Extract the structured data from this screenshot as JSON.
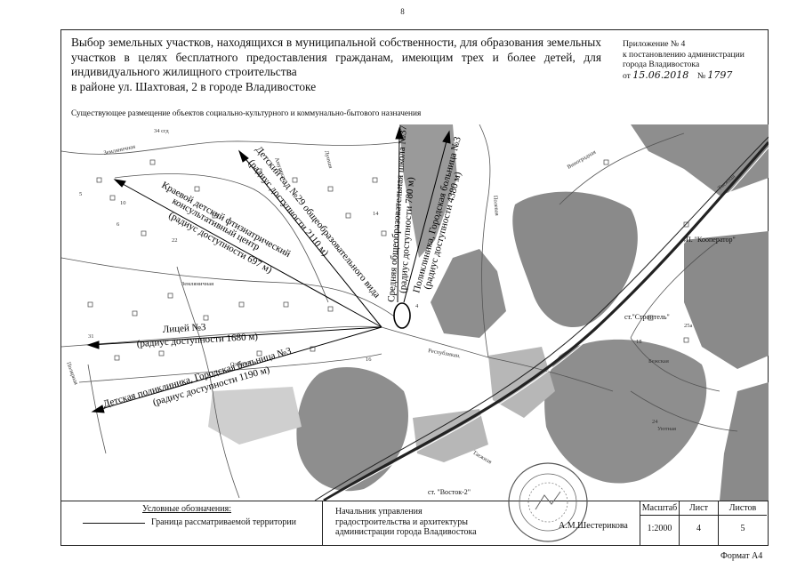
{
  "page_number": "8",
  "title_main": "Выбор земельных участков, находящихся в муниципальной собственности, для образования земельных участков в целях бесплатного предоставления гражданам, имеющим трех и более детей, для индивидуального жилищного строительства",
  "title_last": "в районе ул. Шахтовая, 2 в городе Владивостоке",
  "appendix": {
    "line1": "Приложение № 4",
    "line2": "к постановлению администрации",
    "line3": "города Владивостока",
    "from_label": "от",
    "date": "15.06.2018",
    "num_label": "№",
    "number": "1797"
  },
  "subtitle": "Существующее размещение объектов социально-культурного и коммунально-бытового назначения",
  "map": {
    "arrows": [
      {
        "label1": "Детский сад №29 общеобразовательного вида",
        "label2": "(радиус доступности 2110 м)"
      },
      {
        "label1": "Краевой детский фтизиатрический",
        "label2": "консультативный центр",
        "label3": "(радиус доступности 697 м)"
      },
      {
        "label1": "Средняя общеобразовательная школа №37",
        "label2": "(радиус доступности 780 м)"
      },
      {
        "label1": "Поликлиника, Городская больница №3",
        "label2": "(радиус доступности 4380 м)"
      },
      {
        "label1": "Лицей №3",
        "label2": "(радиус доступности 1680 м)"
      },
      {
        "label1": "Детская поликлиника, Городская больница №3",
        "label2": "(радиус доступности 1190 м)"
      }
    ],
    "streets": [
      "Земляничная",
      "Амурская",
      "Лунная",
      "Земляничная",
      "Озерная",
      "Полярная",
      "Республикан.",
      "Полевая",
      "Виноградная",
      "Таежная",
      "Таежная",
      "Бежская",
      "Уютная"
    ],
    "places": [
      "П. \"Кооператор\"",
      "ст.\"Строитель\"",
      "ст. \"Восток-2\""
    ],
    "numbers": [
      "34 сгд",
      "5",
      "10",
      "6",
      "22",
      "14",
      "4",
      "31",
      "16",
      "18",
      "25а",
      "24"
    ]
  },
  "legend": {
    "title": "Условные обозначения:",
    "item": "Граница рассматриваемой территории"
  },
  "chief": {
    "line1": "Начальник управления",
    "line2": "градостроительства и архитектуры",
    "line3": "администрации города Владивостока",
    "signature": "А.М.Шестерикова"
  },
  "table": {
    "scale_label": "Масштаб",
    "scale_value": "1:2000",
    "sheet_label": "Лист",
    "sheet_value": "4",
    "sheets_label": "Листов",
    "sheets_value": "5"
  },
  "format": "Формат А4",
  "colors": {
    "ink": "#111111",
    "terrain": "#8e8e8e",
    "terrain_light": "#b7b7b7"
  }
}
